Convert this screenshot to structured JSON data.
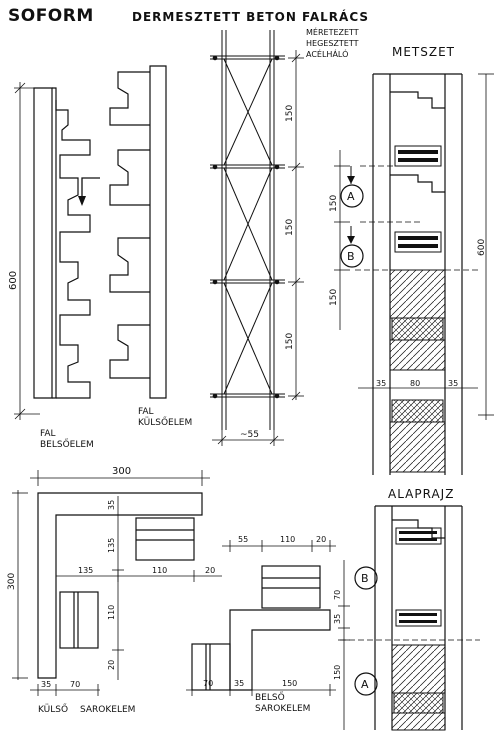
{
  "header": {
    "brand": "SOFORM",
    "title": "DERMESZTETT BETON FALRÁCS"
  },
  "top_left": {
    "height_dim": "600",
    "inner_label_1": "FAL",
    "inner_label_2": "BELSŐELEM",
    "outer_label_1": "FAL",
    "outer_label_2": "KÜLSŐELEM"
  },
  "mesh": {
    "note_1": "MÉRETEZETT",
    "note_2": "HEGESZTETT",
    "note_3": "ACÉLHÁLÓ",
    "dims": [
      "150",
      "150",
      "150"
    ],
    "width_dim": "~55"
  },
  "section": {
    "title": "METSZET",
    "marker_a": "A",
    "marker_b": "B",
    "left_dims": [
      "150",
      "150"
    ],
    "height_dim": "600",
    "bottom_dims": [
      "35",
      "80",
      "35"
    ]
  },
  "corner_outer": {
    "top_dim": "300",
    "height_dim": "300",
    "dims_vertical": [
      "35",
      "135",
      "110",
      "20"
    ],
    "dims_horizontal": [
      "135",
      "110",
      "20"
    ],
    "bottom_dims": [
      "35",
      "70"
    ],
    "label_1": "KÜLSŐ",
    "label_2": "SAROKELEM"
  },
  "corner_inner": {
    "top_dims": [
      "55",
      "110",
      "20"
    ],
    "bottom_dims": [
      "70",
      "35",
      "150"
    ],
    "label_1": "BELSŐ",
    "label_2": "SAROKELEM"
  },
  "plan": {
    "title": "ALAPRAJZ",
    "marker_b": "B",
    "marker_a": "A",
    "dims": [
      "70",
      "35",
      "150"
    ]
  }
}
